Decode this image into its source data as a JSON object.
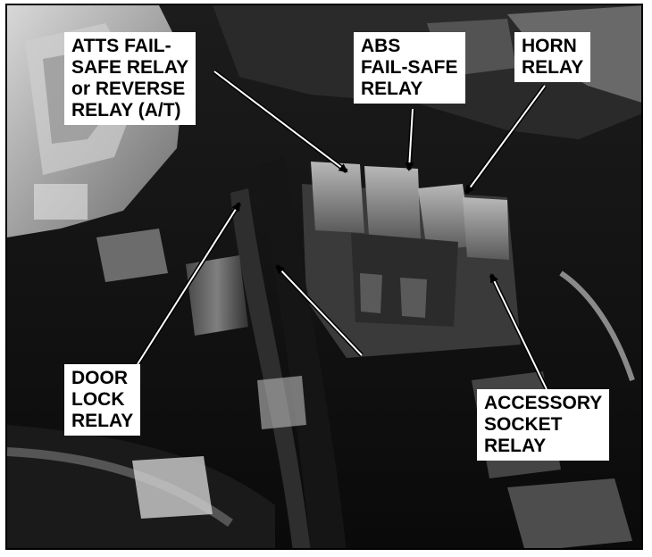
{
  "figure": {
    "labels": {
      "atts_relay": [
        "ATTS FAIL-",
        "SAFE RELAY",
        "or REVERSE",
        "RELAY (A/T)"
      ],
      "abs_relay": [
        "ABS",
        "FAIL-SAFE",
        "RELAY"
      ],
      "horn_relay": [
        "HORN",
        "RELAY"
      ],
      "door_lock_relay": [
        "DOOR",
        "LOCK",
        "RELAY"
      ],
      "accessory_socket_relay": [
        "ACCESSORY",
        "SOCKET",
        "RELAY"
      ]
    }
  },
  "colors": {
    "background": "#ffffff",
    "ink": "#000000"
  }
}
